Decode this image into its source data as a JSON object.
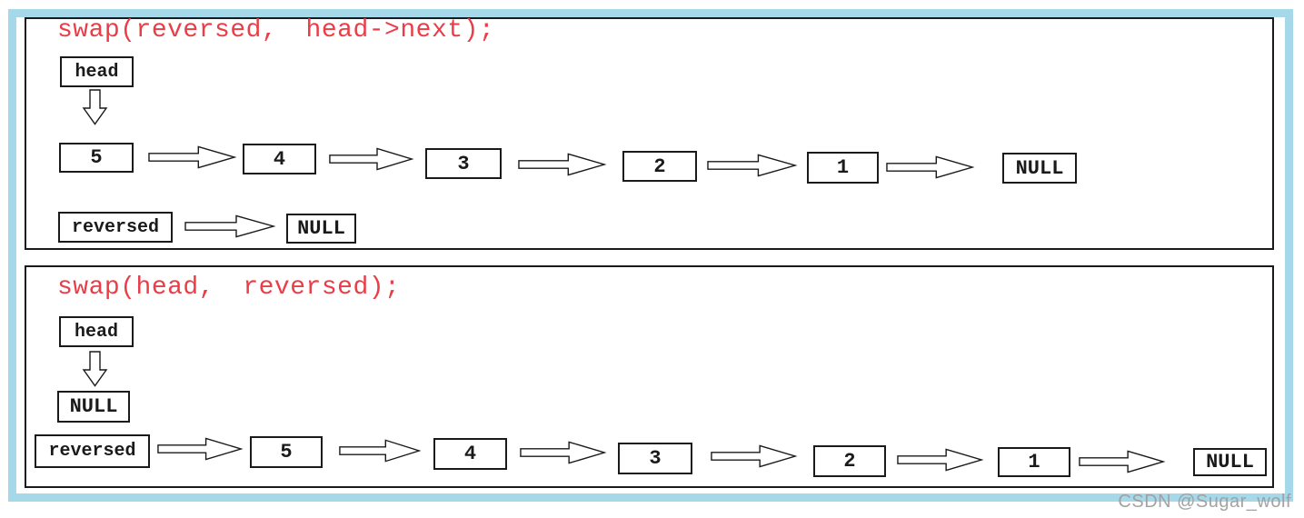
{
  "panel1": {
    "title": "swap(reversed, head->next);",
    "head_label": "head",
    "nodes": [
      "5",
      "4",
      "3",
      "2",
      "1"
    ],
    "list_terminator": "NULL",
    "reversed_label": "reversed",
    "reversed_target": "NULL"
  },
  "panel2": {
    "title": "swap(head, reversed);",
    "head_label": "head",
    "head_target": "NULL",
    "reversed_label": "reversed",
    "nodes": [
      "5",
      "4",
      "3",
      "2",
      "1"
    ],
    "list_terminator": "NULL"
  },
  "watermark": "CSDN @Sugar_wolf",
  "colors": {
    "frame_border": "#a5d8e9",
    "code_red": "#ea3d47",
    "diagram_black": "#1a1a1a",
    "watermark_gray": "#9f9f9f"
  }
}
